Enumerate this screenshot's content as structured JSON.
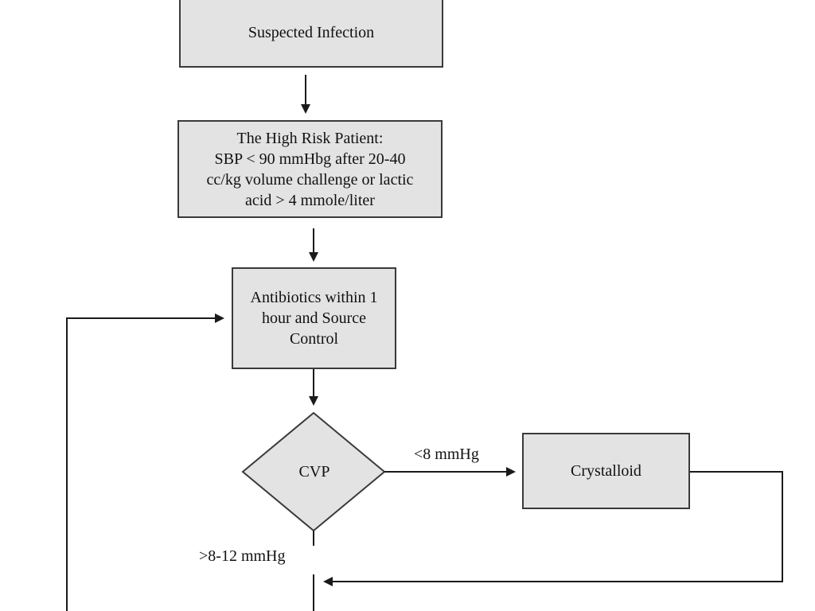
{
  "nodes": {
    "suspected_infection": "Suspected Infection",
    "high_risk_patient": "The High Risk Patient:\nSBP < 90 mmHbg after 20-40\ncc/kg volume challenge or lactic\nacid > 4 mmole/liter",
    "antibiotics": "Antibiotics within 1\nhour and Source\nControl",
    "cvp": "CVP",
    "crystalloid": "Crystalloid"
  },
  "edges": {
    "cvp_low": "<8 mmHg",
    "cvp_high": ">8-12 mmHg"
  },
  "colors": {
    "node_fill": "#e3e3e3",
    "stroke": "#3a3a3a",
    "background": "#ffffff"
  }
}
